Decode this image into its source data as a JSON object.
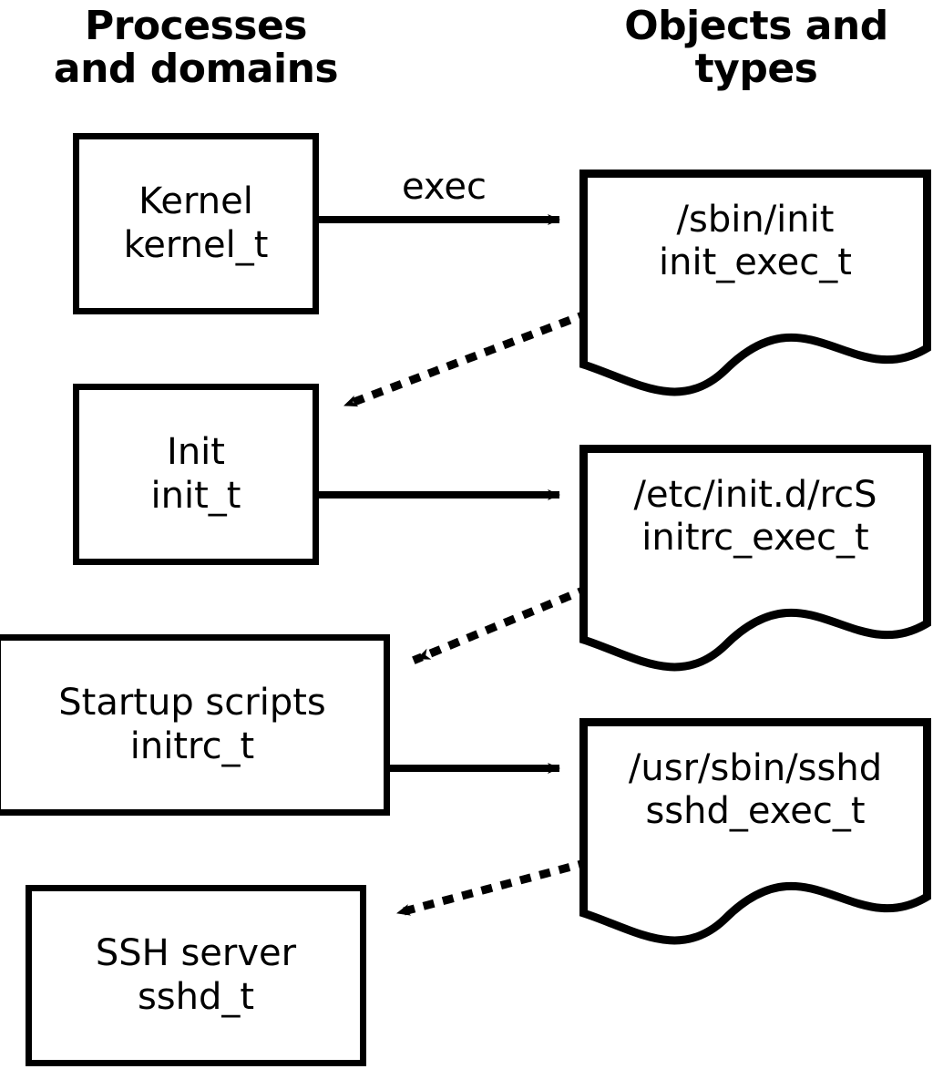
{
  "headers": {
    "left": "Processes\nand domains",
    "right": "Objects and\ntypes"
  },
  "domains": [
    {
      "name": "Kernel",
      "type": "kernel_t"
    },
    {
      "name": "Init",
      "type": "init_t"
    },
    {
      "name": "Startup scripts",
      "type": "initrc_t"
    },
    {
      "name": "SSH server",
      "type": "sshd_t"
    }
  ],
  "objects": [
    {
      "path": "/sbin/init",
      "type": "init_exec_t"
    },
    {
      "path": "/etc/init.d/rcS",
      "type": "initrc_exec_t"
    },
    {
      "path": "/usr/sbin/sshd",
      "type": "sshd_exec_t"
    }
  ],
  "edges": {
    "exec_label": "exec",
    "solid": [
      {
        "from": "Kernel",
        "to": "/sbin/init",
        "label": "exec"
      },
      {
        "from": "Init",
        "to": "/etc/init.d/rcS",
        "label": ""
      },
      {
        "from": "Startup scripts",
        "to": "/usr/sbin/sshd",
        "label": ""
      }
    ],
    "dotted": [
      {
        "from": "/sbin/init",
        "to": "Init"
      },
      {
        "from": "/etc/init.d/rcS",
        "to": "Startup scripts"
      },
      {
        "from": "/usr/sbin/sshd",
        "to": "SSH server"
      }
    ]
  },
  "colors": {
    "stroke": "#000000",
    "background": "#ffffff",
    "text": "#000000"
  }
}
